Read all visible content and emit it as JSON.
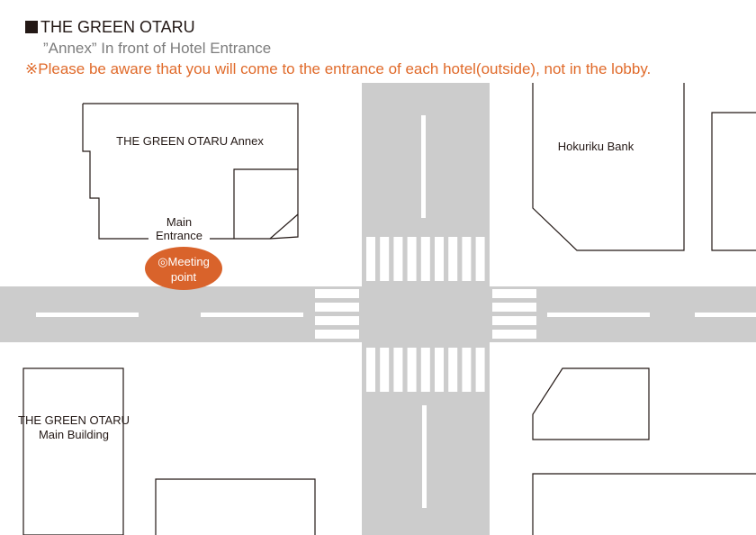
{
  "header": {
    "title_marker": "■",
    "title": "THE GREEN OTARU",
    "subtitle": "”Annex” In front of Hotel Entrance",
    "notice": "※Please be aware that you will come to the entrance of each hotel(outside), not in the lobby."
  },
  "map": {
    "buildings": {
      "annex": "THE GREEN OTARU Annex",
      "main_entrance_line1": "Main",
      "main_entrance_line2": "Entrance",
      "hokuriku_bank": "Hokuriku Bank",
      "main_building_line1": "THE GREEN OTARU",
      "main_building_line2": "Main Building"
    },
    "meeting_point": {
      "line1": "◎Meeting",
      "line2": "point",
      "color": "#d9632b"
    },
    "colors": {
      "road": "#cccccc",
      "marking": "#ffffff",
      "outline": "#231815",
      "notice": "#e06a2a",
      "subtitle": "#7d7d7d"
    }
  }
}
